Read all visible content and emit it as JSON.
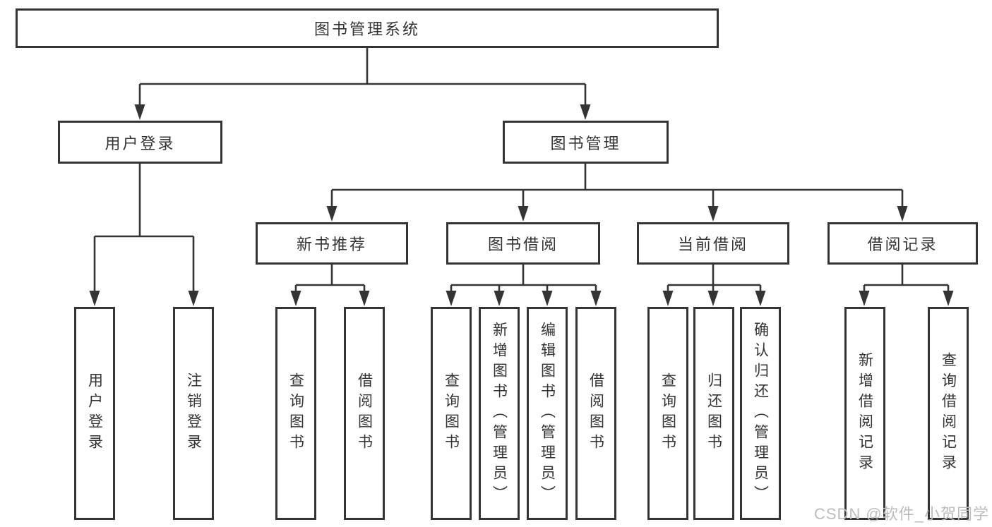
{
  "diagram": {
    "root": {
      "label": "图书管理系统"
    },
    "branches": [
      {
        "label": "用户登录",
        "children": [
          {
            "label": "用户登录"
          },
          {
            "label": "注销登录"
          }
        ]
      },
      {
        "label": "图书管理",
        "children": [
          {
            "label": "新书推荐",
            "children": [
              {
                "label": "查询图书"
              },
              {
                "label": "借阅图书"
              }
            ]
          },
          {
            "label": "图书借阅",
            "children": [
              {
                "label": "查询图书"
              },
              {
                "label": "新增图书（管理员）"
              },
              {
                "label": "编辑图书（管理员）"
              },
              {
                "label": "借阅图书"
              }
            ]
          },
          {
            "label": "当前借阅",
            "children": [
              {
                "label": "查询图书"
              },
              {
                "label": "归还图书"
              },
              {
                "label": "确认归还（管理员）"
              }
            ]
          },
          {
            "label": "借阅记录",
            "children": [
              {
                "label": "新增借阅记录"
              },
              {
                "label": "查询借阅记录"
              }
            ]
          }
        ]
      }
    ]
  },
  "watermark": {
    "text": "CSDN @软件_小贺同学"
  },
  "colors": {
    "line": "#343434",
    "text": "#333333",
    "background": "#ffffff",
    "watermark": "#bcbcbc"
  }
}
